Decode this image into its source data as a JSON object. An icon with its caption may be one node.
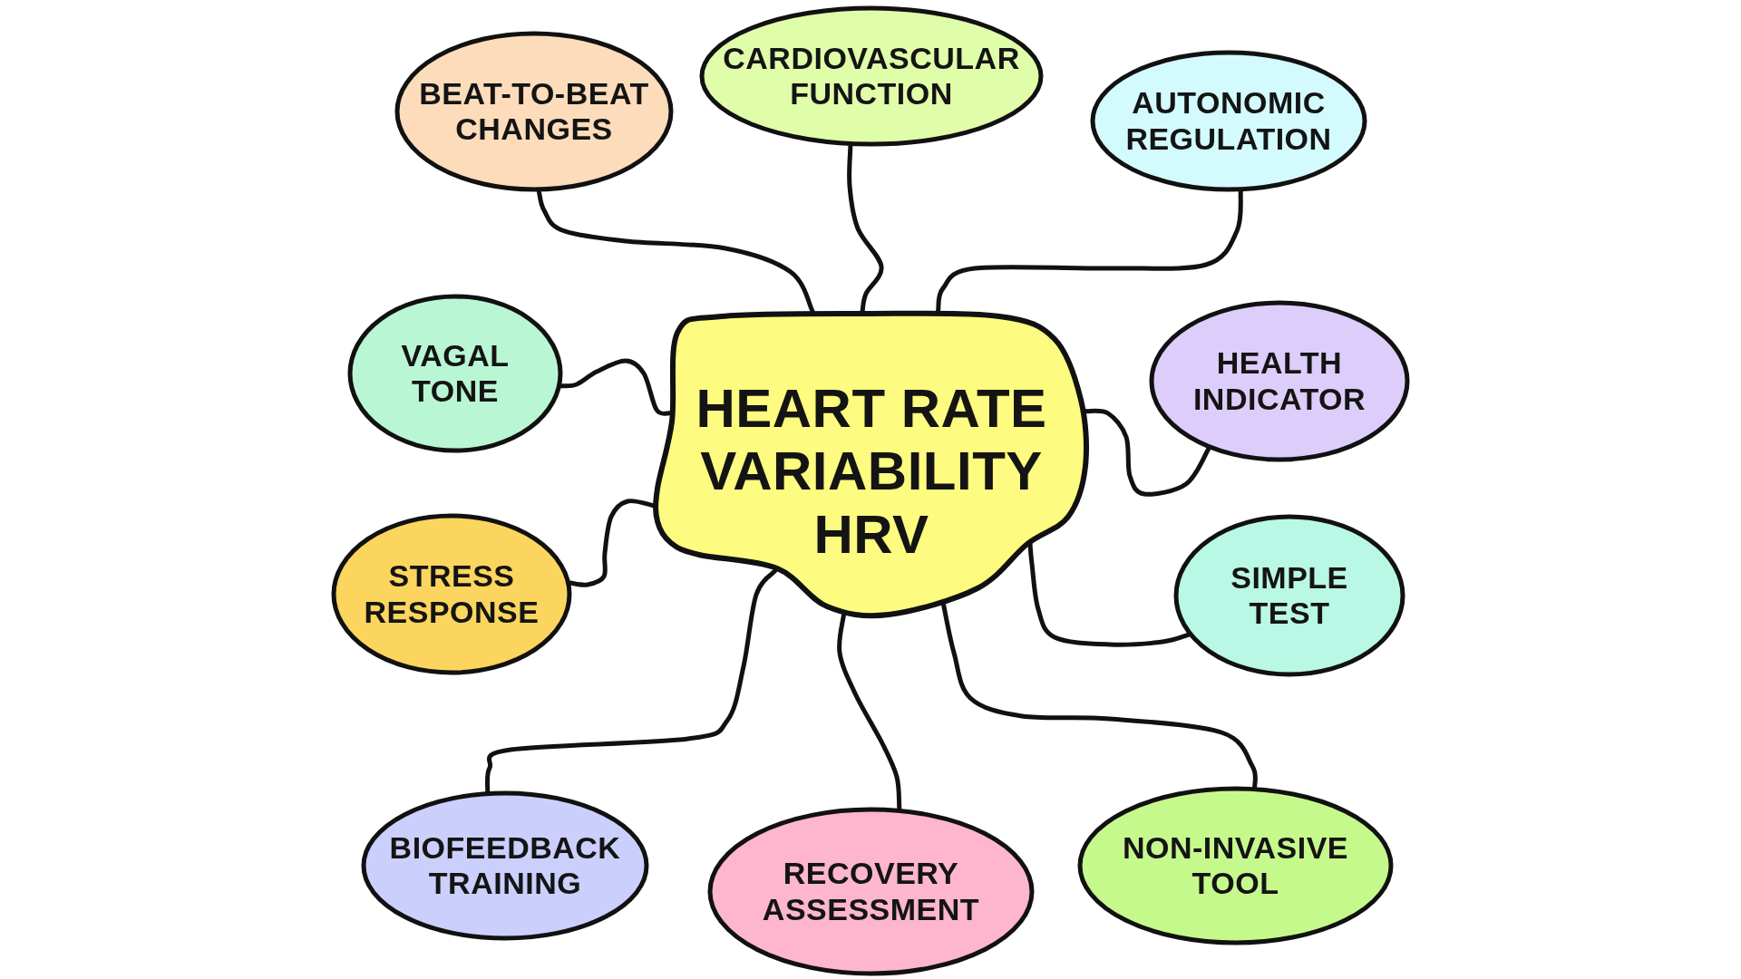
{
  "diagram": {
    "nodes": [
      {
        "text": [
          "HEART RATE VARIABILITY HRV"
        ]
      },
      {
        "text": [
          "BEAT-TO-BEAT CHANGES"
        ]
      },
      {
        "text": [
          "CARDIOVASCULAR FUNCTION"
        ]
      },
      {
        "text": [
          "AUTONOMIC REGULATION"
        ]
      },
      {
        "text": [
          "VAGAL TONE"
        ]
      },
      {
        "text": [
          "HEALTH INDICATOR"
        ]
      },
      {
        "text": [
          "STRESS RESPONSE"
        ]
      },
      {
        "text": [
          "SIMPLE TEST"
        ]
      },
      {
        "text": [
          "BIOFEEDBACK TRAINING"
        ]
      },
      {
        "text": [
          "RECOVERY ASSESSMENT"
        ]
      },
      {
        "text": [
          "NON-INVASIVE TOOL"
        ]
      }
    ],
    "edges": [
      {
        "from": 0,
        "to": 1,
        "arrow": "none"
      },
      {
        "from": 0,
        "to": 2,
        "arrow": "none"
      },
      {
        "from": 0,
        "to": 3,
        "arrow": "none"
      },
      {
        "from": 0,
        "to": 4,
        "arrow": "none"
      },
      {
        "from": 0,
        "to": 5,
        "arrow": "none"
      },
      {
        "from": 0,
        "to": 6,
        "arrow": "none"
      },
      {
        "from": 0,
        "to": 7,
        "arrow": "none"
      },
      {
        "from": 0,
        "to": 8,
        "arrow": "none"
      },
      {
        "from": 0,
        "to": 9,
        "arrow": "none"
      },
      {
        "from": 0,
        "to": 10,
        "arrow": "none"
      }
    ]
  }
}
